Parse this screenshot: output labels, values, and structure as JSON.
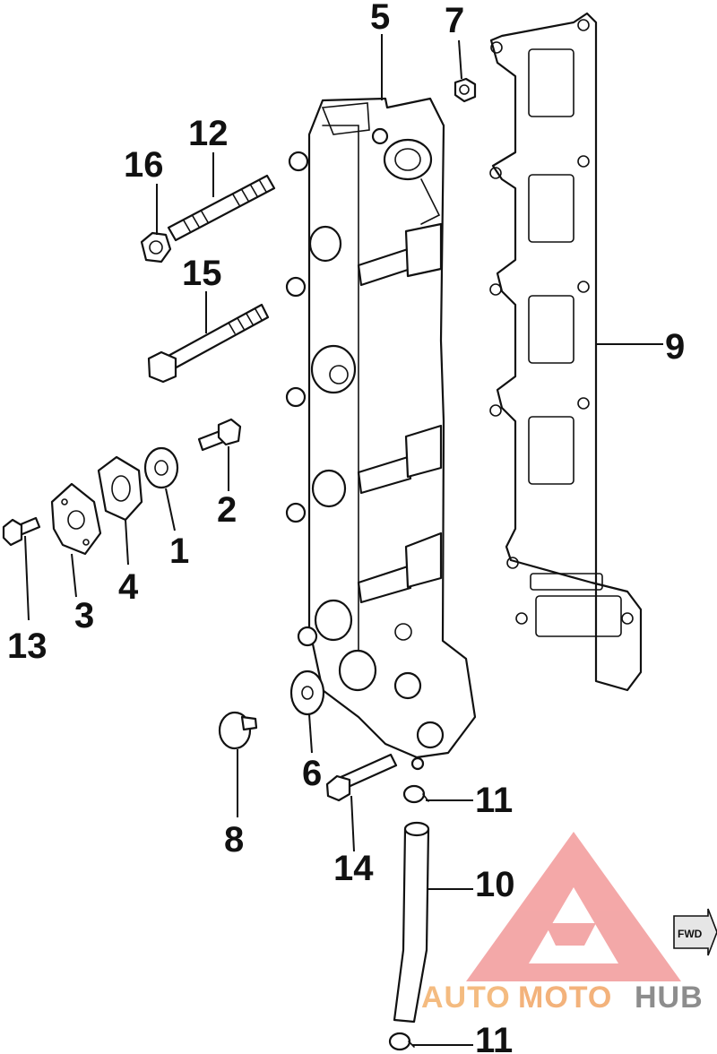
{
  "diagram": {
    "callouts": {
      "p1": "1",
      "p2": "2",
      "p3": "3",
      "p4": "4",
      "p5": "5",
      "p6": "6",
      "p7": "7",
      "p8": "8",
      "p9": "9",
      "p10": "10",
      "p11a": "11",
      "p11b": "11",
      "p12": "12",
      "p13": "13",
      "p14": "14",
      "p15": "15",
      "p16": "16"
    },
    "arrow_badge": "FWD"
  },
  "watermark": {
    "word_left": "AUTO",
    "word_mid": "MOTO",
    "word_right": "HUB",
    "colors": {
      "triangle": "#f08b8b",
      "left": "#f3b06b",
      "mid": "#f2a564",
      "right": "#7a7a7a"
    }
  }
}
